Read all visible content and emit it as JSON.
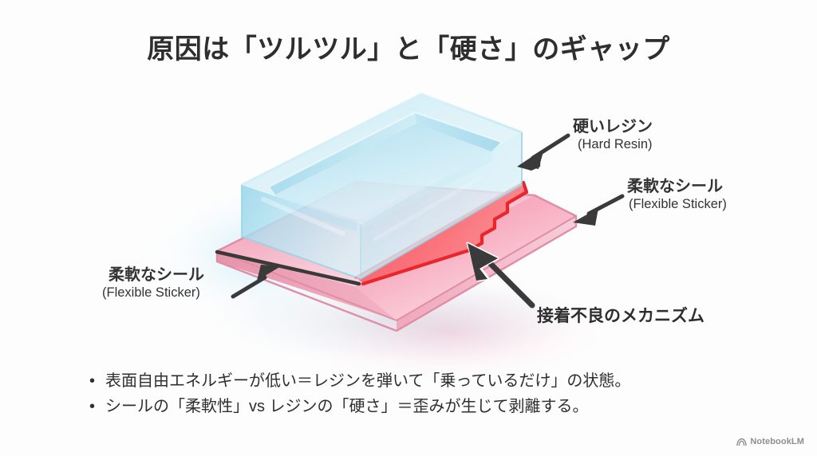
{
  "slide": {
    "title": "原因は「ツルツル」と「硬さ」のギャップ",
    "background_color": "#fdfdfd",
    "text_color": "#2e2e2e"
  },
  "diagram": {
    "name": "adhesion-failure-cross-section",
    "colors": {
      "resin_fill": "#a9dcee",
      "resin_fill_light": "#cbe9f3",
      "resin_edge": "#7fc6e0",
      "sticker_fill": "#f6aec2",
      "sticker_fill_light": "#fbd3de",
      "sticker_edge": "#e08da6",
      "delamination_red": "#e8262b",
      "delamination_fill": "#fa6a72",
      "interface_dark": "#3a3a3a"
    },
    "parts": [
      {
        "id": "hard-resin-block",
        "label": "硬いレジン",
        "sublabel": "(Hard Resin)"
      },
      {
        "id": "flexible-sticker-slab",
        "label": "柔軟なシール",
        "sublabel": "(Flexible Sticker)"
      },
      {
        "id": "delamination-zone",
        "label": "接着不良のメカニズム",
        "sublabel": ""
      }
    ]
  },
  "callouts": {
    "hard_resin": {
      "jp": "硬いレジン",
      "en": "(Hard Resin)"
    },
    "flexible_right": {
      "jp": "柔軟なシール",
      "en": "(Flexible Sticker)"
    },
    "flexible_left": {
      "jp": "柔軟なシール",
      "en": "(Flexible Sticker)"
    },
    "mechanism": {
      "jp": "接着不良のメカニズム"
    }
  },
  "bullets": {
    "marker": "•",
    "items": [
      "表面自由エネルギーが低い＝レジンを弾いて「乗っているだけ」の状態。",
      "シールの「柔軟性」vs レジンの「硬さ」＝歪みが生じて剥離する。"
    ]
  },
  "watermark": {
    "label": "NotebookLM",
    "icon": "notebooklm-logo-icon"
  }
}
